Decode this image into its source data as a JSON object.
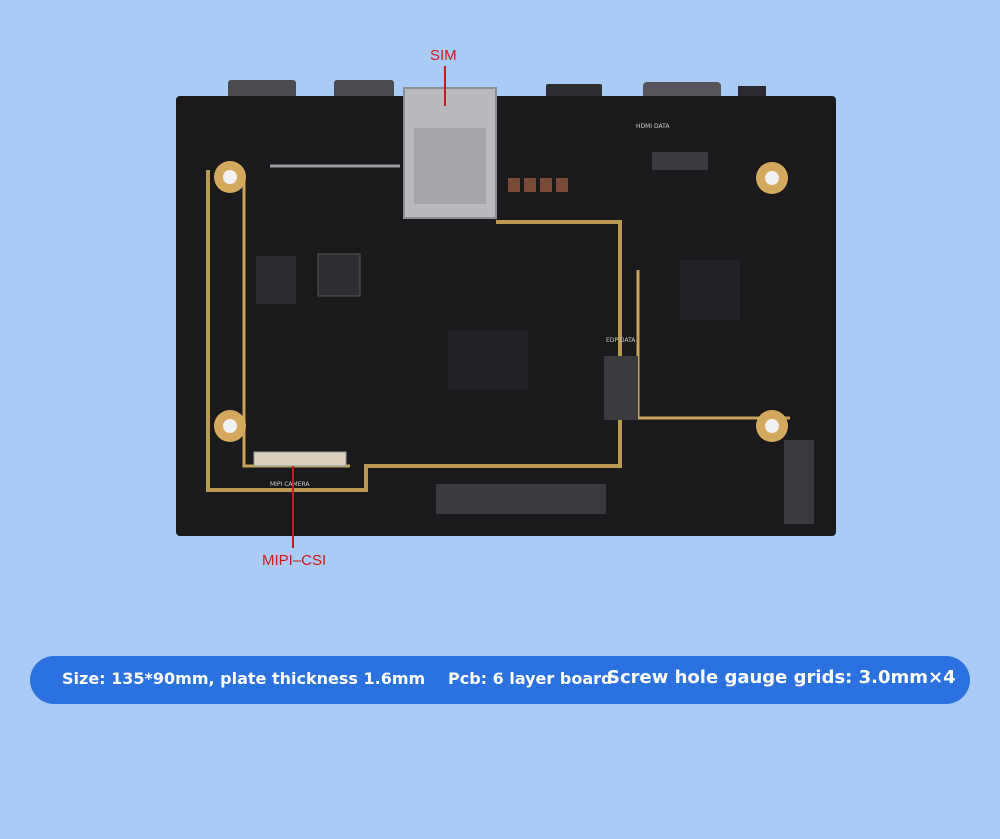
{
  "callouts": {
    "sim": "SIM",
    "mipi": "MIPI–CSI"
  },
  "board": {
    "silkscreen_mipi": "MIPI CAMERA",
    "silkscreen_edp": "EDP DATA",
    "silkscreen_hdmi": "HDMI DATA"
  },
  "specs": {
    "size": "Size: 135*90mm, plate thickness 1.6mm",
    "pcb": "Pcb: 6 layer board",
    "screw": "Screw hole gauge grids: 3.0mm×4"
  },
  "colors": {
    "background": "#aacbf5",
    "pcb": "#1a1a1c",
    "callout": "#d01818",
    "info_bar": "#2b72e0"
  }
}
